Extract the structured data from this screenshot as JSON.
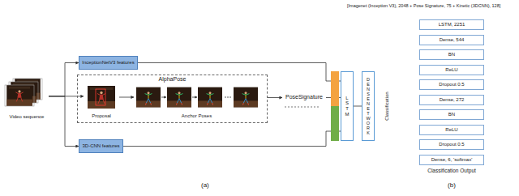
{
  "diagram": {
    "nodes": [
      {
        "text": [
          "Video sequence"
        ]
      },
      {
        "text": [
          "InceptionNetV3 features"
        ]
      },
      {
        "text": [
          "AlphaPose"
        ]
      },
      {
        "text": [
          "Proposal"
        ],
        "in": 2
      },
      {
        "text": [
          "Anchor Poses"
        ],
        "in": 2
      },
      {
        "text": [
          "PoseSignature"
        ]
      },
      {
        "text": [
          "3D-CNN features"
        ]
      },
      {
        "text": [
          "LSTM"
        ]
      },
      {
        "text": [
          "DENSE NETWORK"
        ]
      },
      {
        "text": [
          "LSTM, 2251"
        ]
      },
      {
        "text": [
          "Dense, 544"
        ]
      },
      {
        "text": [
          "BN"
        ]
      },
      {
        "text": [
          "ReLU"
        ]
      },
      {
        "text": [
          "Dropout 0.5"
        ]
      },
      {
        "text": [
          "Dense, 272"
        ]
      },
      {
        "text": [
          "BN"
        ]
      },
      {
        "text": [
          "ReLU"
        ]
      },
      {
        "text": [
          "Dropout 0.5"
        ]
      },
      {
        "text": [
          "Dense, 6, 'softmax'"
        ]
      }
    ],
    "edges": [
      {
        "from": 0,
        "to": 1,
        "arrow": "to"
      },
      {
        "from": 0,
        "to": 3,
        "arrow": "to"
      },
      {
        "from": 0,
        "to": 6,
        "arrow": "to"
      },
      {
        "from": 3,
        "to": 4,
        "arrow": "to"
      },
      {
        "from": 2,
        "to": 5,
        "arrow": "to"
      },
      {
        "from": 1,
        "to": 7,
        "arrow": "none"
      },
      {
        "from": 5,
        "to": 7,
        "arrow": "none"
      },
      {
        "from": 6,
        "to": 7,
        "arrow": "none"
      },
      {
        "from": 7,
        "to": 8,
        "arrow": "none"
      }
    ],
    "labels": [
      "[Imagenet (Inception V3), 2048 + Pose Signature, 75 + Kinetic (3DCNN), 128]",
      "Classification",
      "Classification Output",
      "(a)",
      "(b)"
    ]
  }
}
